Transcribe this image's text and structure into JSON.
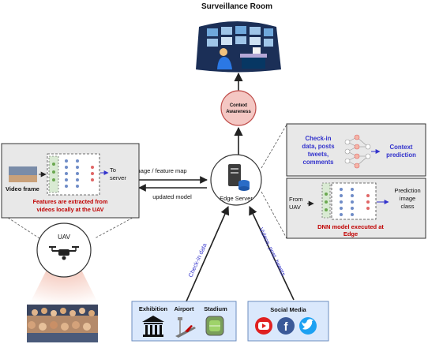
{
  "title": "Surveillance Room",
  "context_awareness": "Context Awareness",
  "edge_server": "Edge Server",
  "arrows": {
    "to_server_top": "Image / feature map",
    "to_uav_bottom": "updated model",
    "checkin": "Check-in data",
    "social": "Videos, post, tweets"
  },
  "uav_panel": {
    "video_frame": "Video frame",
    "to_server": "To server",
    "caption": "Features are extracted from videos locally at the UAV"
  },
  "uav_label": "UAV",
  "context_panel": {
    "input": "Check-in data, posts tweets, comments",
    "output": "Context prediction"
  },
  "dnn_panel": {
    "input": "From UAV",
    "output": "Prediction image class",
    "caption": "DNN model executed at Edge"
  },
  "venues": {
    "exhibition": "Exhibition",
    "airport": "Airport",
    "stadium": "Stadium"
  },
  "social_media": "Social Media",
  "colors": {
    "context_fill": "#f4c7c3",
    "panel_fill": "#e8e8e8",
    "caption_red": "#c00000",
    "label_blue": "#3333cc",
    "source_fill": "#dae8fc"
  }
}
